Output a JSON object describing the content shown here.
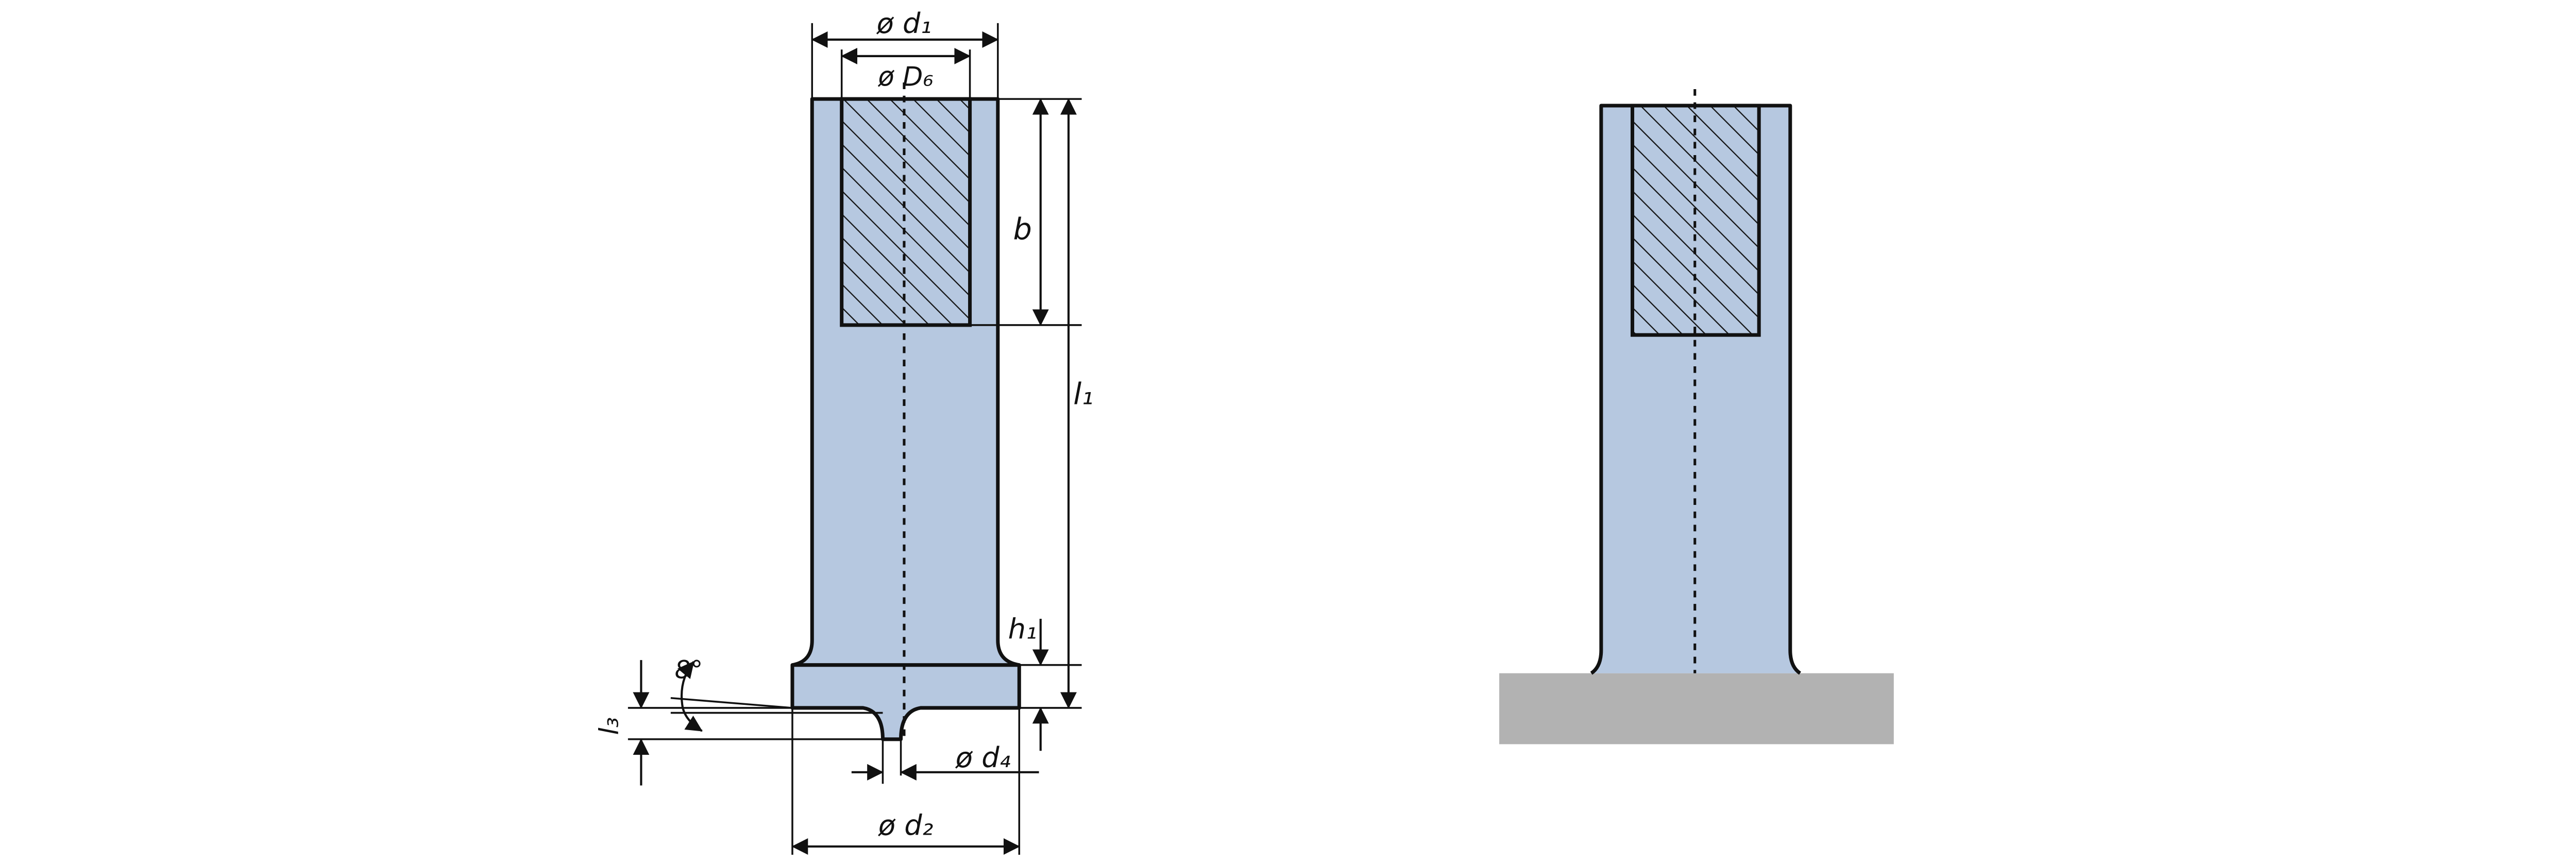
{
  "left_view": {
    "labels": {
      "d1": "ø d₁",
      "D6": "ø D₆",
      "b": "b",
      "l1": "l₁",
      "h1": "h₁",
      "angle": "8°",
      "l3": "l₃",
      "d4": "ø d₄",
      "d2": "ø d₂"
    }
  },
  "colors": {
    "body_fill": "#b6c8e0",
    "base_plate": "#b2b2b2",
    "line": "#111111"
  }
}
